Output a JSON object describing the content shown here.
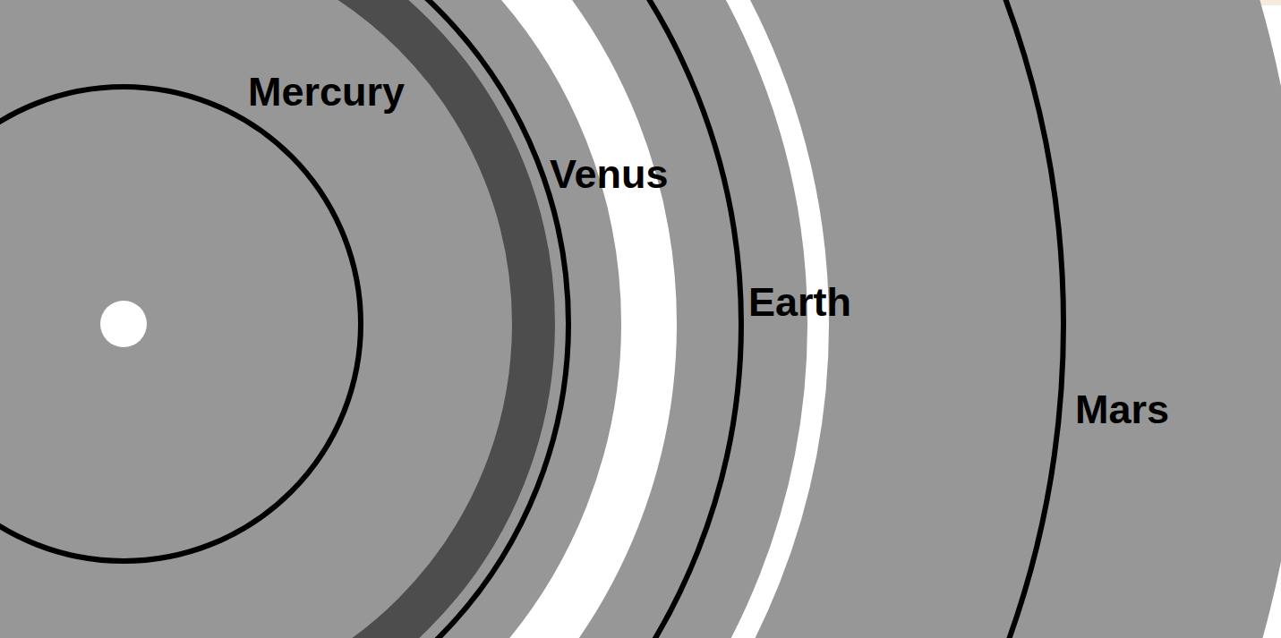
{
  "diagram": {
    "labels": [
      "Mercury",
      "Venus",
      "Earth",
      "Mars"
    ]
  }
}
